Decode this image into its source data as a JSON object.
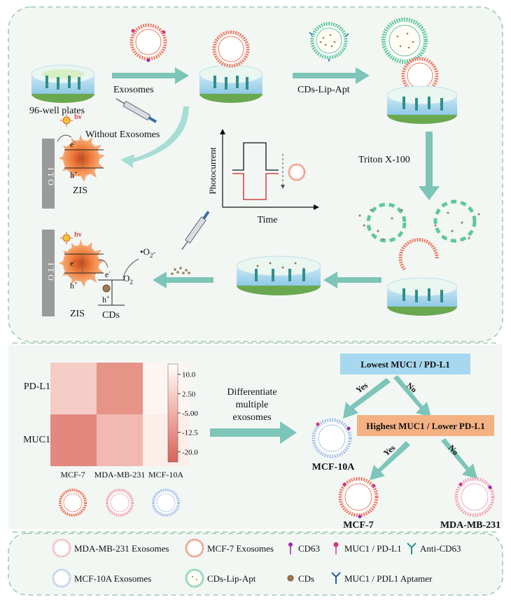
{
  "top_panel": {
    "plate_label": "96-well plates",
    "exosomes_label": "Exosomes",
    "probe_label": "CDs-Lip-Apt",
    "triton_label": "Triton X-100",
    "without_label": "Without Exosomes"
  },
  "electrode_top": {
    "ito": "I T O",
    "hv": "hv",
    "e": "e",
    "h": "h",
    "minus": "-",
    "plus": "+",
    "zis": "ZIS"
  },
  "electrode_bottom": {
    "ito": "I T O",
    "hv": "hv",
    "e": "e",
    "h": "h",
    "minus": "-",
    "plus": "+",
    "zis": "ZIS",
    "cds": "CDs",
    "o2": "O",
    "o2_sub": "2",
    "superoxide": "•O",
    "superoxide_sub": "2",
    "superoxide_sign": "-"
  },
  "photocurrent_plot": {
    "ylabel": "Photocurrent",
    "xlabel": "Time"
  },
  "heatmap": {
    "rows": [
      "PD-L1",
      "MUC1"
    ],
    "cols": [
      "MCF-7",
      "MDA-MB-231",
      "MCF-10A"
    ],
    "colorbar_ticks": [
      "10.0",
      "2.50",
      "-5.00",
      "-12.5",
      "-20.0"
    ],
    "colorbar_values": [
      10.0,
      2.5,
      -5.0,
      -12.5,
      -20.0
    ],
    "cell_colors": [
      [
        "#f6cdc6",
        "#e69388",
        "#fdf5f2"
      ],
      [
        "#e3887e",
        "#f1b9b1",
        "#fcede9"
      ]
    ],
    "colors": {
      "high": "#ffffff",
      "low": "#d9615a"
    }
  },
  "flow": {
    "differentiate_line1": "Differentiate",
    "differentiate_line2": "multiple",
    "differentiate_line3": "exosomes",
    "q1": "Lowest MUC1 / PD-L1",
    "q2": "Highest MUC1 / Lower PD-L1",
    "yes1": "Yes",
    "no1": "No",
    "yes2": "Yes",
    "no2": "No",
    "result_a": "MCF-10A",
    "result_b": "MCF-7",
    "result_c": "MDA-MB-231",
    "colors": {
      "q1_box": "#a7d8ef",
      "q2_box": "#f4b183",
      "arrow": "#7cc5b8"
    }
  },
  "legend": {
    "items": [
      "MDA-MB-231 Exosomes",
      "MCF-7 Exosomes",
      "CD63",
      "MUC1 / PD-L1",
      "Anti-CD63",
      "MCF-10A Exosomes",
      "CDs-Lip-Apt",
      "CDs",
      "MUC1 / PDL1 Aptamer"
    ]
  },
  "palette": {
    "mcf7": "#ea7b63",
    "mda": "#f0a5b8",
    "mcf10a": "#a9c2e8",
    "probe": "#5fc79b",
    "panel": "#f2f7f4",
    "dashed": "#9bc9ad"
  }
}
